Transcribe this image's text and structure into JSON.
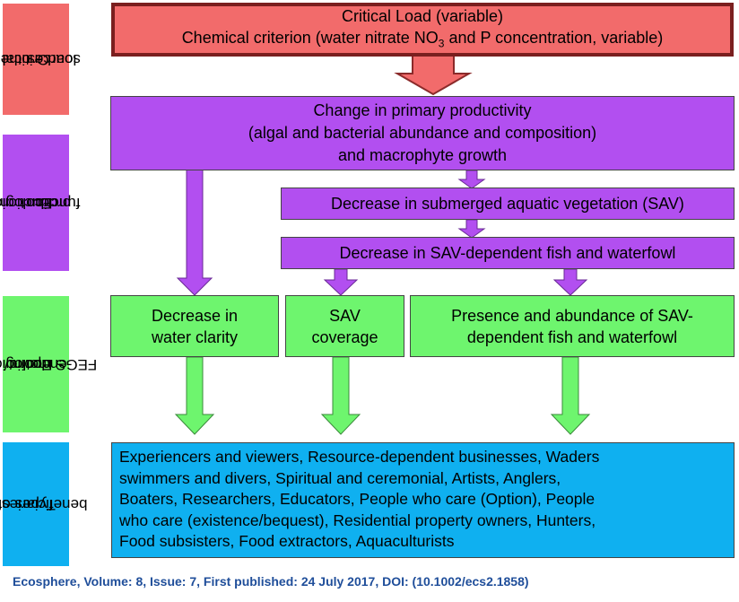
{
  "side_labels": {
    "critical": [
      "Critical N",
      "load + other",
      "sources"
    ],
    "ecological_production": [
      "Ecological",
      "production",
      "function"
    ],
    "ecological_endpoint": [
      "Ecological",
      "endpoint/",
      "FEGS metric"
    ],
    "beneficiaries": [
      "Types of",
      "beneficiaries"
    ]
  },
  "critical_box": {
    "line1": "Critical Load (variable)",
    "line2_pre": "Chemical criterion (water nitrate NO",
    "line2_sub": "3",
    "line2_post": " and P concentration, variable)"
  },
  "productivity_box": [
    "Change in primary productivity",
    "(algal and bacterial abundance and composition)",
    "and macrophyte growth"
  ],
  "sav_decrease_box": "Decrease in submerged aquatic vegetation (SAV)",
  "fish_decrease_box": "Decrease in SAV-dependent fish and waterfowl",
  "endpoints": {
    "clarity": [
      "Decrease in",
      "water clarity"
    ],
    "sav_coverage": [
      "SAV",
      "coverage"
    ],
    "presence": [
      "Presence and abundance of SAV-",
      "dependent  fish and waterfowl"
    ]
  },
  "beneficiaries_text": [
    "Experiencers and viewers, Resource-dependent businesses, Waders",
    "swimmers and divers, Spiritual and ceremonial, Artists, Anglers,",
    "Boaters, Researchers, Educators, People who care (Option), People",
    "who care  (existence/bequest), Residential property  owners, Hunters,",
    "Food subsisters, Food extractors, Aquaculturists"
  ],
  "footer": "Ecosphere, Volume:  8, Issue:  7, First published:  24 July 2017, DOI:  (10.1002/ecs2.1858)",
  "colors": {
    "red": "#f26b6b",
    "purple": "#b24ff0",
    "green": "#6ef56e",
    "blue": "#0fb0f0",
    "footer": "#1f4e9a"
  }
}
